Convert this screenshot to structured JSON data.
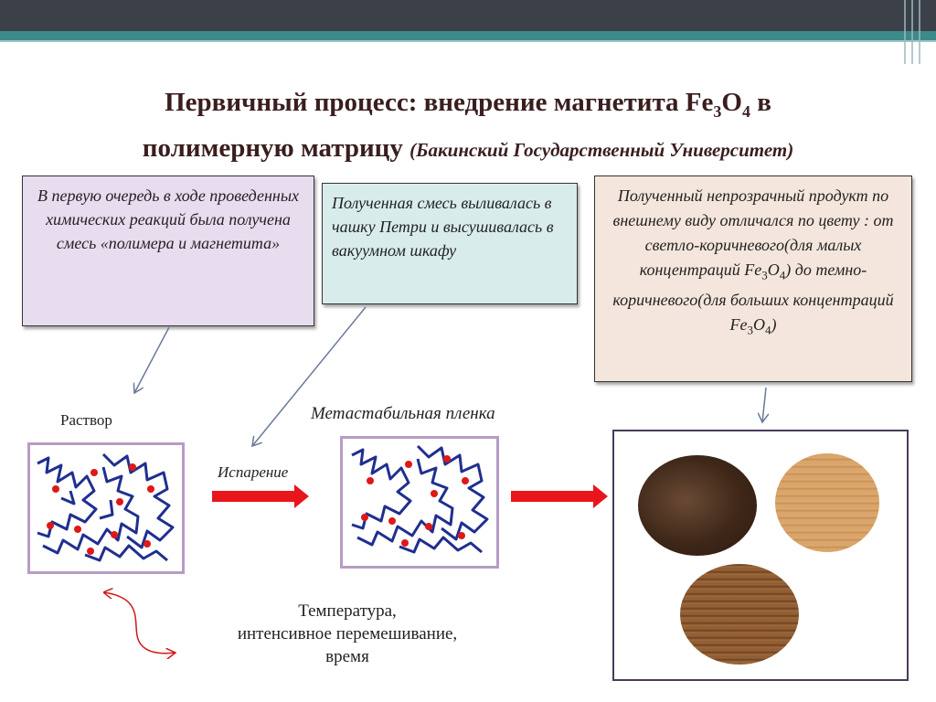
{
  "title": {
    "line1_a": "Первичный процесс: внедрение магнетита Fe",
    "line1_sub3": "3",
    "line1_o": "O",
    "line1_sub4": "4",
    "line1_b": " в",
    "line2": "полимерную матрицу ",
    "subtitle": "(Бакинский Государственный Университет)"
  },
  "box1": {
    "text": "В первую очередь в ходе проведенных химических реакций была получена смесь «полимера и магнетита»"
  },
  "box2": {
    "text": "Полученная смесь выливалась в чашку Петри и высушивалась в вакуумном шкафу"
  },
  "box3": {
    "part1": "Полученный непрозрачный продукт по внешнему виду отличался по цвету : от светло-коричневого(для малых концентраций Fe",
    "sub_a3": "3",
    "o_a": "O",
    "sub_a4": "4",
    "part2": ") до темно-коричневого(для больших концентраций Fe",
    "sub_b3": "3",
    "o_b": "O",
    "sub_b4": "4",
    "part3": ")"
  },
  "labels": {
    "solution": "Раствор",
    "film": "Метастабильная пленка",
    "evaporation": "Испарение",
    "conditions": [
      "Температура,",
      "интенсивное  перемешивание,",
      "время"
    ]
  },
  "colors": {
    "header_dark": "#3b4049",
    "header_accent": "#3d8a8a",
    "arrow_red": "#e8161b",
    "polymer_blue": "#1f2f8f",
    "particle_red": "#e01818"
  }
}
